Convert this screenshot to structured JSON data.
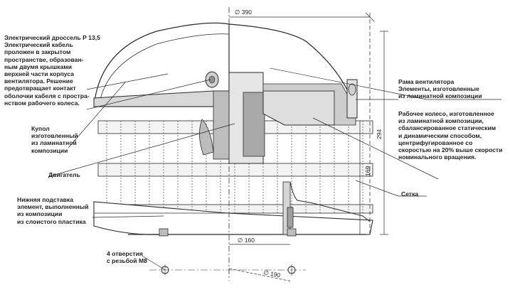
{
  "labels": {
    "throttle": "Электрический дроссель Р 13,5\nЭлектрический кабель\nпроложен в закрытом\nпространстве, образован-\nным двумя крышками\nверхней части корпуса\nвентилятора. Решение\nпредотвращает контакт\nоболочки кабеля с простра-\nнством рабочего колеса.",
    "dome": "Купол\nизготовленный\nиз ламинатной\nкомпозиции",
    "motor": "Двигатель",
    "base": "Нижняя подставка\nэлемент, выполненный\nиз композиции\nиз слоистого пластика",
    "holes": "4 отверстия\nс резьбой М8",
    "frame": "Рама вентилятора\nЭлементы, изготовленные\nиз ламинатной композиции",
    "impeller": "Рабочее колесо, изготовленное\nиз ламинатной композиции,\nсбалансированное статическим\nи динамическим способом,\nцентрифугированное со\nскоростью на 20%  выше скорости\nноминального вращения.",
    "grid": "Сетка"
  },
  "dimensions": {
    "d390": "∅ 390",
    "d160": "∅ 160",
    "d190": "∅ 190",
    "h294": "294",
    "h169": "169"
  },
  "colors": {
    "line": "#2a2a2a",
    "hatch": "#8a8a8a",
    "fill_light": "#ececec",
    "fill_mid": "#cfcfcf",
    "fill_dark": "#9a9a9a"
  }
}
